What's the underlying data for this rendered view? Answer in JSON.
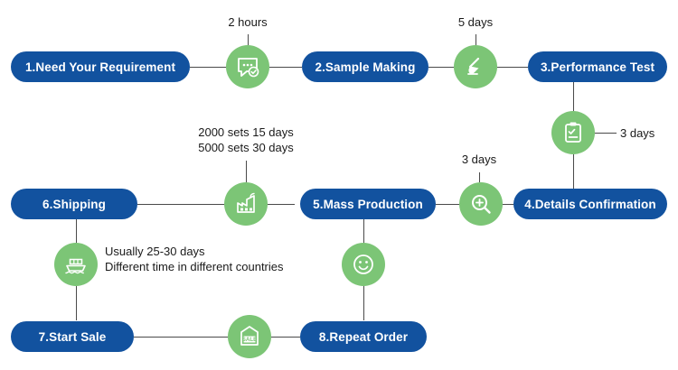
{
  "diagram": {
    "title": "Production Flow Chart",
    "colors": {
      "node": "#12529f",
      "node_text": "#ffffff",
      "icon_circle": "#7cc576",
      "connector": "#4a4a4a",
      "caption_text": "#1a1a1a",
      "background": "#ffffff"
    },
    "steps": [
      {
        "id": "step1",
        "label": "1.Need Your Requirement"
      },
      {
        "id": "step2",
        "label": "2.Sample Making"
      },
      {
        "id": "step3",
        "label": "3.Performance Test"
      },
      {
        "id": "step4",
        "label": "4.Details Confirmation"
      },
      {
        "id": "step5",
        "label": "5.Mass Production"
      },
      {
        "id": "step6",
        "label": "6.Shipping"
      },
      {
        "id": "step7",
        "label": "7.Start Sale"
      },
      {
        "id": "step8",
        "label": "8.Repeat Order"
      }
    ],
    "icons": [
      {
        "id": "icon1",
        "name": "chat-check-icon"
      },
      {
        "id": "icon2",
        "name": "sample-tool-icon"
      },
      {
        "id": "icon3",
        "name": "clipboard-check-icon"
      },
      {
        "id": "icon4",
        "name": "magnifier-plus-icon"
      },
      {
        "id": "icon5",
        "name": "factory-production-icon"
      },
      {
        "id": "icon6",
        "name": "ship-cargo-icon"
      },
      {
        "id": "icon7",
        "name": "sale-tag-icon"
      },
      {
        "id": "icon8",
        "name": "smiley-face-icon"
      }
    ],
    "captions": [
      {
        "id": "cap_2hours",
        "text": "2 hours"
      },
      {
        "id": "cap_5days",
        "text": "5 days"
      },
      {
        "id": "cap_3days_top",
        "text": "3 days"
      },
      {
        "id": "cap_3days_mid",
        "text": "3 days"
      },
      {
        "id": "cap_sets_line1",
        "text": "2000 sets 15 days"
      },
      {
        "id": "cap_sets_line2",
        "text": "5000 sets 30 days"
      },
      {
        "id": "cap_shipping_line1",
        "text": "Usually 25-30 days"
      },
      {
        "id": "cap_shipping_line2",
        "text": "Different time in different countries"
      }
    ]
  }
}
